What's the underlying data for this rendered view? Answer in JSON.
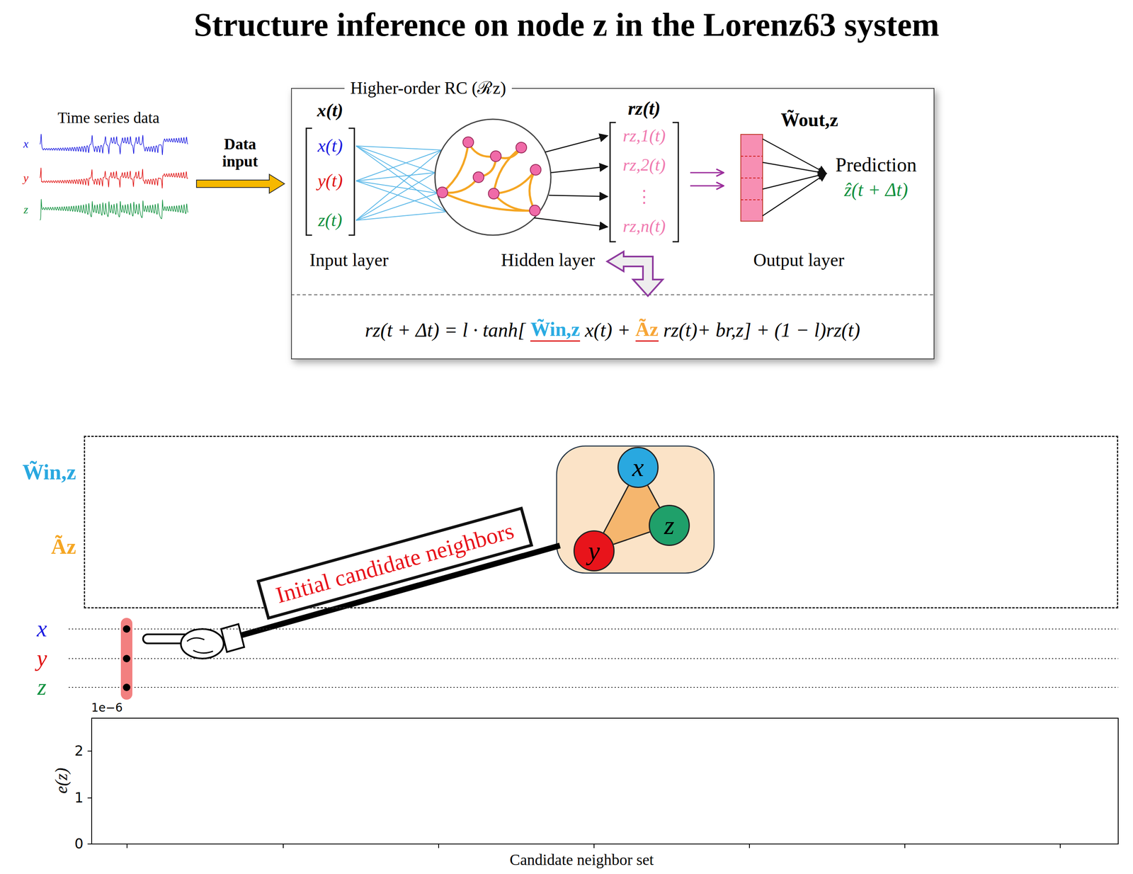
{
  "diagram": {
    "title": "Structure inference on node z in the Lorenz63 system",
    "nodes": [
      {
        "text": [
          "Higher-order RC (ℛz)"
        ]
      },
      {
        "text": [
          "W̃in,z",
          "Ãz"
        ]
      },
      {
        "text": [
          "x"
        ],
        "in": 1
      },
      {
        "text": [
          "z"
        ],
        "in": 1
      },
      {
        "text": [
          "y"
        ],
        "in": 1
      },
      {
        "text": [
          "Initial candidate neighbors"
        ]
      }
    ],
    "edges": [
      {
        "from": 2,
        "to": 3,
        "arrow": "none"
      },
      {
        "from": 2,
        "to": 4,
        "arrow": "none"
      },
      {
        "from": 4,
        "to": 3,
        "arrow": "none"
      }
    ],
    "labels": [
      "Time series data",
      "x",
      "y",
      "z",
      "Data input",
      "x(t)",
      "x(t)",
      "y(t)",
      "z(t)",
      "Input layer",
      "Hidden layer",
      "Output layer",
      "rz(t)",
      "rz,1(t)",
      "rz,2(t)",
      "⋮",
      "rz,n(t)",
      "W̃out,z",
      "Prediction",
      "ẑ(t + Δt)",
      "rz(t + Δt) = l · tanh[",
      "W̃in,z",
      "x(t) +",
      "Ãz",
      "rz(t)+ br,z] + (1 − l)rz(t)",
      "x",
      "y",
      "z",
      "1e−6",
      "2",
      "1",
      "0",
      "e(z)",
      "Candidate neighbor set"
    ]
  }
}
